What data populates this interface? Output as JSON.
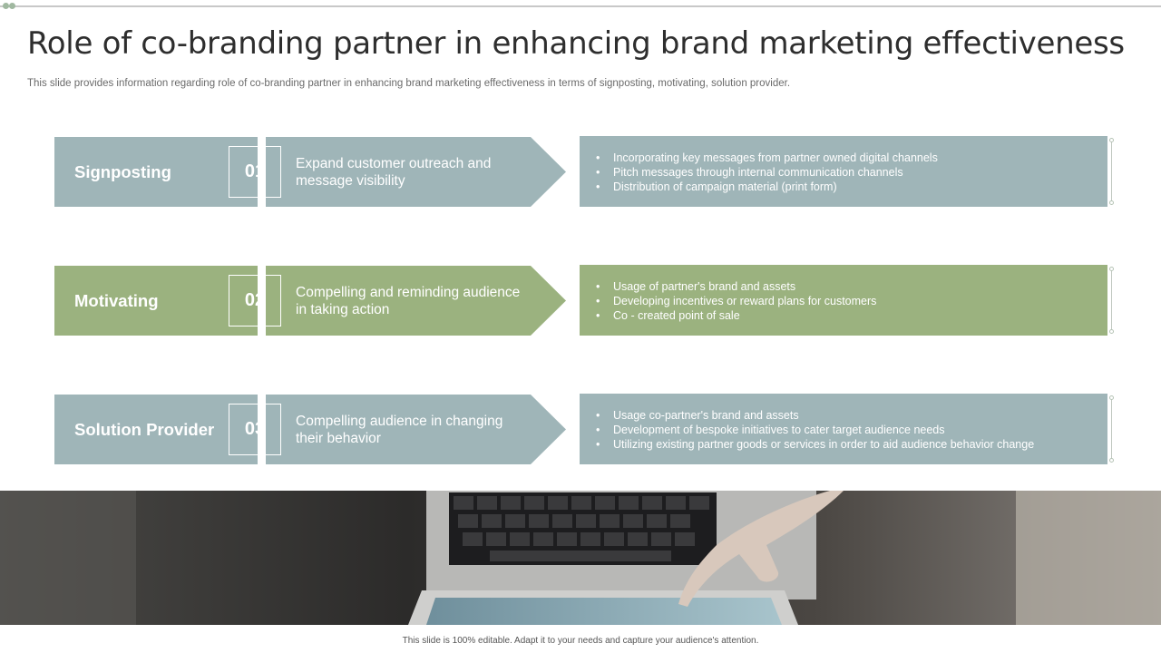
{
  "title": "Role of co-branding partner in enhancing brand marketing effectiveness",
  "subtitle": "This slide provides information regarding role of co-branding partner in enhancing brand marketing effectiveness in terms of signposting, motivating, solution provider.",
  "colors": {
    "blue": "#9fb5b8",
    "green": "#9bb27f"
  },
  "rows": [
    {
      "label": "Signposting",
      "number": "01",
      "description": "Expand customer outreach and message visibility",
      "points": [
        "Incorporating  key messages from  partner owned  digital channels",
        "Pitch messages through  internal  communication  channels",
        "Distribution  of  campaign material  (print form)"
      ]
    },
    {
      "label": "Motivating",
      "number": "02",
      "description": "Compelling and reminding audience in taking action",
      "points": [
        "Usage of partner's brand and assets",
        "Developing  incentives  or reward  plans for customers",
        "Co - created point of sale"
      ]
    },
    {
      "label": "Solution Provider",
      "number": "03",
      "description": "Compelling audience in changing their behavior",
      "points": [
        "Usage co-partner's  brand and assets",
        "Development  of bespoke initiatives to cater target audience needs",
        "Utilizing existing partner goods or services in order to aid audience behavior  change"
      ]
    }
  ],
  "footer": "This slide is 100% editable.  Adapt it to your needs and capture your audience's attention."
}
